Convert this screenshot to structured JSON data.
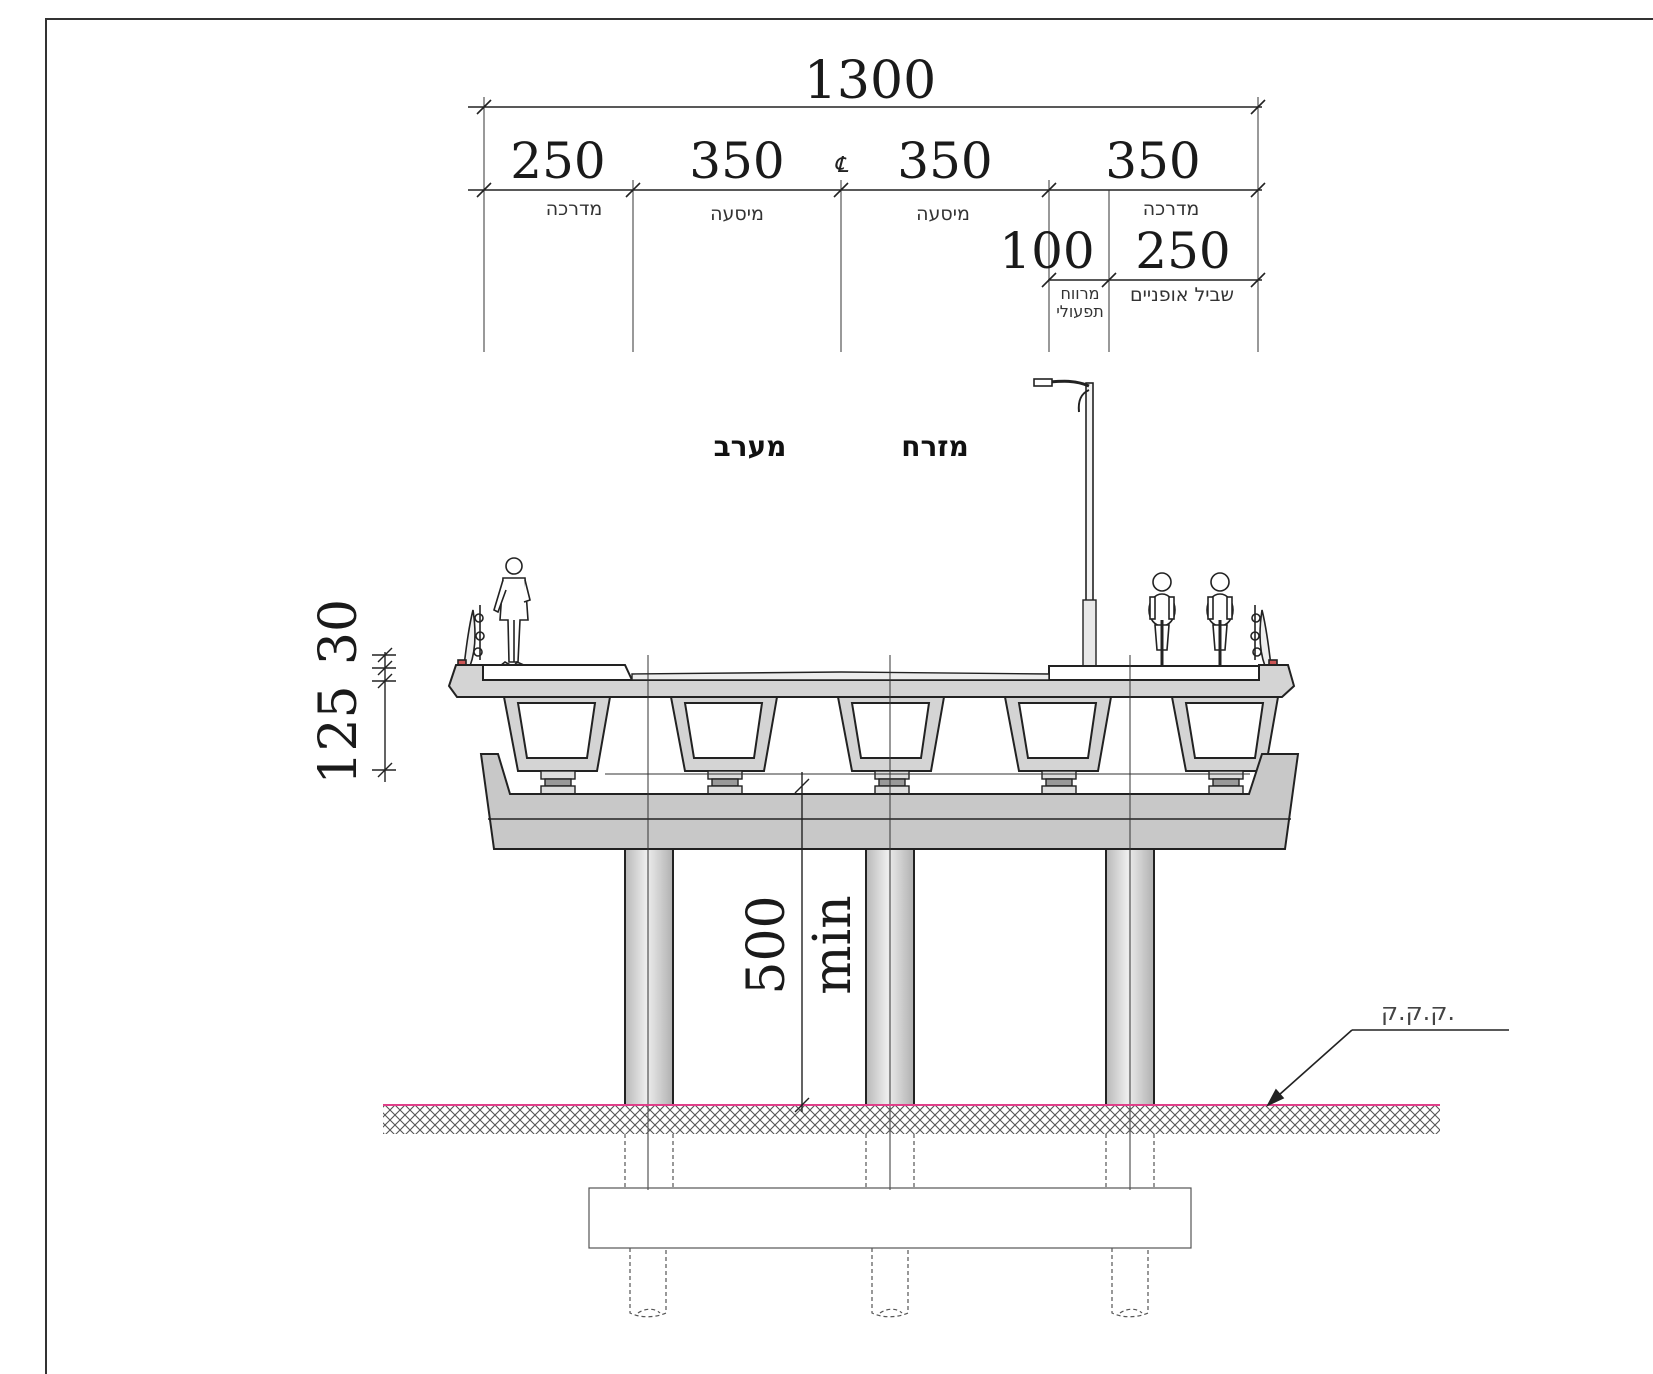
{
  "dimensions": {
    "total": "1300",
    "segments": [
      "250",
      "350",
      "350",
      "350"
    ],
    "sub_segments": [
      "100",
      "250"
    ],
    "vertical_deck": [
      "125",
      "30"
    ],
    "clearance_value": "500",
    "clearance_unit": "min"
  },
  "labels": {
    "sidewalk_left": "מדרכה",
    "lane_1": "מיסעה",
    "lane_2": "מיסעה",
    "sidewalk_right": "מדרכה",
    "separation_line1": "מרווח",
    "separation_line2": "תפעולי",
    "bike_path": "שביל אופניים",
    "centerline_symbol": "℄",
    "ground_level": "ק.ק.ק."
  },
  "directions": {
    "west": "מערב",
    "east": "מזרח"
  },
  "colors": {
    "concrete": "#d4d4d4",
    "ground_line": "#e0408a",
    "ink": "#222222"
  }
}
